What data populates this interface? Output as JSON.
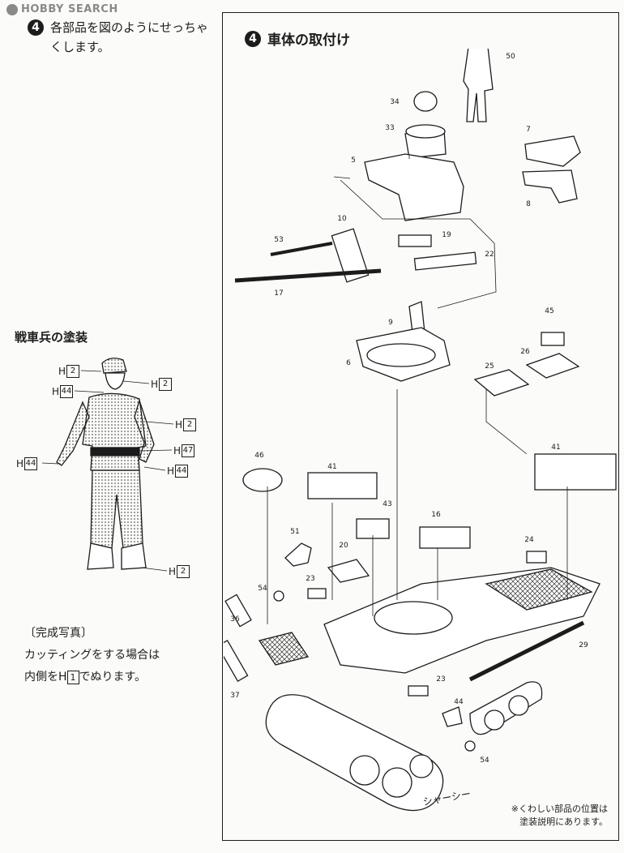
{
  "watermark": {
    "text": "HOBBY SEARCH"
  },
  "left_step": {
    "number": "4",
    "text": "各部品を図のようにせっちゃくします。"
  },
  "main_step": {
    "number": "4",
    "title": "車体の取付け"
  },
  "crew": {
    "title": "戦車兵の塗装",
    "labels": [
      {
        "prefix": "H",
        "code": "2"
      },
      {
        "prefix": "H",
        "code": "2"
      },
      {
        "prefix": "H",
        "code": "44"
      },
      {
        "prefix": "H",
        "code": "2"
      },
      {
        "prefix": "H",
        "code": "47"
      },
      {
        "prefix": "H",
        "code": "44"
      },
      {
        "prefix": "H",
        "code": "44"
      },
      {
        "prefix": "H",
        "code": "2"
      }
    ]
  },
  "completion": {
    "header": "〔完成写真〕",
    "line1": "カッティングをする場合は",
    "line2_pre": "内側をH",
    "line2_code": "1",
    "line2_post": "でぬります。"
  },
  "parts": {
    "p50": "50",
    "p34": "34",
    "p33": "33",
    "p7": "7",
    "p5": "5",
    "p8": "8",
    "p10": "10",
    "p53": "53",
    "p19": "19",
    "p22": "22",
    "p17": "17",
    "p9": "9",
    "p6": "6",
    "p45": "45",
    "p26": "26",
    "p25": "25",
    "p46": "46",
    "p41a": "41",
    "p41b": "41",
    "p43": "43",
    "p16": "16",
    "p51": "51",
    "p20": "20",
    "p24": "24",
    "p23a": "23",
    "p54a": "54",
    "p36": "36",
    "p29": "29",
    "p37": "37",
    "p23b": "23",
    "p44": "44",
    "p54b": "54"
  },
  "chassis_label": "シャーシー",
  "note": {
    "line1": "※くわしい部品の位置は",
    "line2": "塗装説明にあります。"
  }
}
